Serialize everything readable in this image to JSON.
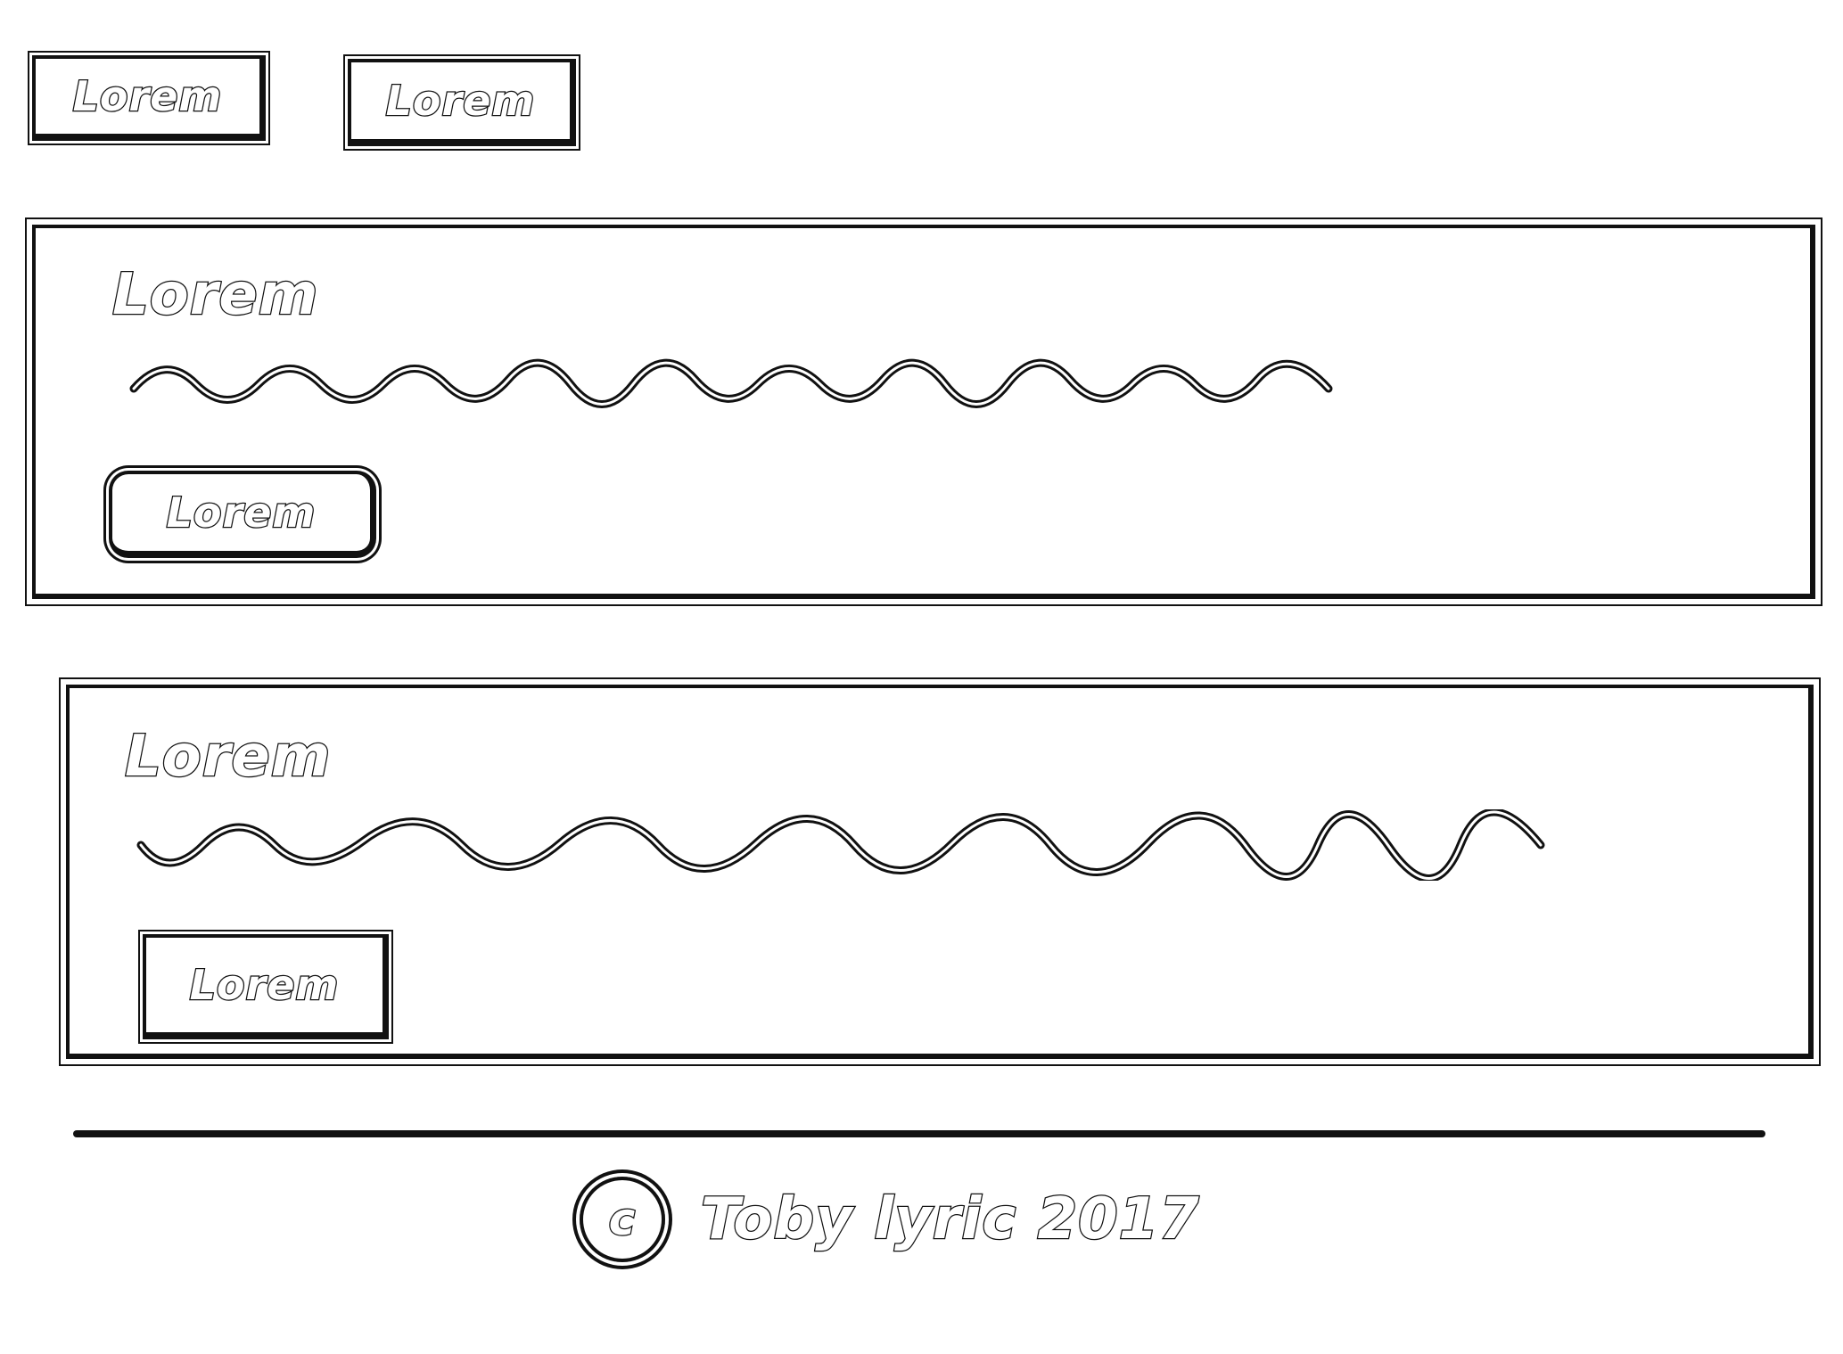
{
  "top_nav": {
    "button_1_label": "Lorem",
    "button_2_label": "Lorem"
  },
  "cards": [
    {
      "title": "Lorem",
      "button_label": "Lorem"
    },
    {
      "title": "Lorem",
      "button_label": "Lorem"
    }
  ],
  "footer": {
    "copyright_symbol": "c",
    "text": "Toby lyric 2017"
  }
}
